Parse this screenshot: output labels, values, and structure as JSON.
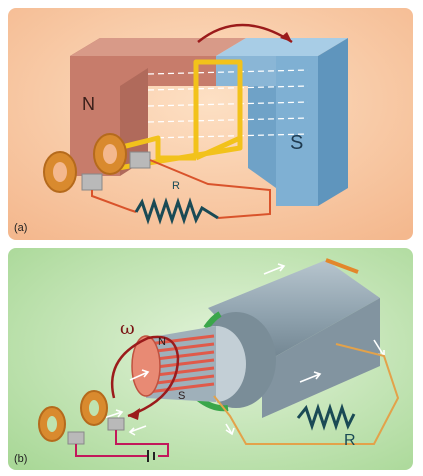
{
  "panels": [
    {
      "tag": "(a)",
      "labels": {
        "north": "N",
        "south": "S",
        "resistor": "R"
      },
      "colors": {
        "background": "#f8c8a0",
        "north": "#c97b6b",
        "south": "#8ab6d6",
        "coil": "#f2c21b",
        "rings": "#d98a2e",
        "arrow": "#9b1b1b"
      }
    },
    {
      "tag": "(b)",
      "labels": {
        "omega": "ω",
        "north": "N",
        "south": "S",
        "resistor": "R"
      },
      "colors": {
        "background": "#bfe3b0",
        "rotor": "#8ea1ad",
        "windings": "#e05a4a",
        "wire": "#e3a24a",
        "battery_wire": "#c2185b",
        "arrow": "#9b1b1b"
      }
    }
  ]
}
